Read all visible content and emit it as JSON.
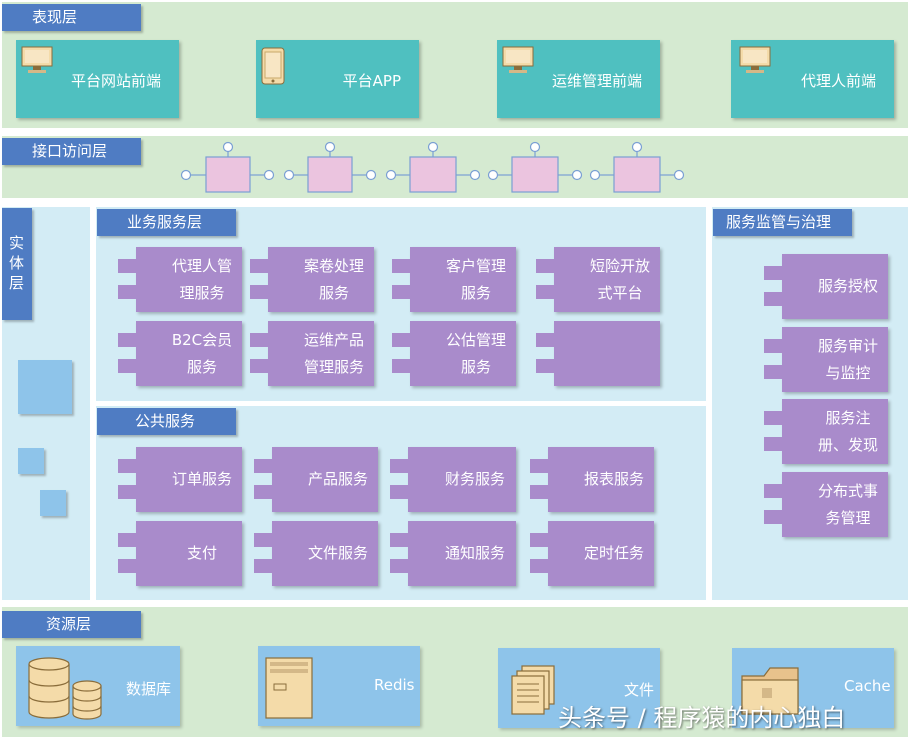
{
  "layers": {
    "presentation": {
      "label": "表现层",
      "tiles": [
        {
          "label": "平台网站前端",
          "icon": "monitor-icon"
        },
        {
          "label": "平台APP",
          "icon": "mobile-device-icon"
        },
        {
          "label": "运维管理前端",
          "icon": "monitor-icon"
        },
        {
          "label": "代理人前端",
          "icon": "monitor-icon"
        }
      ]
    },
    "interface": {
      "label": "接口访问层"
    },
    "entity": {
      "label": "实体层"
    },
    "business": {
      "label": "业务服务层",
      "services": [
        {
          "line1": "代理人管",
          "line2": "理服务"
        },
        {
          "line1": "案卷处理",
          "line2": "服务"
        },
        {
          "line1": "客户管理",
          "line2": "服务"
        },
        {
          "line1": "短险开放",
          "line2": "式平台"
        },
        {
          "line1": "B2C会员",
          "line2": "服务"
        },
        {
          "line1": "运维产品",
          "line2": "管理服务"
        },
        {
          "line1": "公估管理",
          "line2": "服务"
        },
        {
          "line1": "",
          "line2": ""
        }
      ]
    },
    "public": {
      "label": "公共服务",
      "services": [
        "订单服务",
        "产品服务",
        "财务服务",
        "报表服务",
        "支付",
        "文件服务",
        "通知服务",
        "定时任务"
      ]
    },
    "governance": {
      "label": "服务监管与治理",
      "services": [
        {
          "line1": "服务授权",
          "line2": ""
        },
        {
          "line1": "服务审计",
          "line2": "与监控"
        },
        {
          "line1": "服务注",
          "line2": "册、发现"
        },
        {
          "line1": "分布式事",
          "line2": "务管理"
        }
      ]
    },
    "resource": {
      "label": "资源层",
      "tiles": [
        {
          "label": "数据库",
          "icon": "database-icon"
        },
        {
          "label": "Redis",
          "icon": "server-icon"
        },
        {
          "label": "文件",
          "icon": "documents-icon"
        },
        {
          "label": "Cache",
          "icon": "folder-icon"
        }
      ]
    }
  },
  "watermark": "头条号 / 程序猿的内心独白",
  "colors": {
    "band_green": "#d5ead1",
    "panel_blue": "#d3ecf5",
    "tag_blue": "#4f7cc3",
    "teal": "#4fc0c0",
    "purple": "#a98bcb",
    "light_blue": "#8ec4ea",
    "pink": "#ebc4df"
  }
}
